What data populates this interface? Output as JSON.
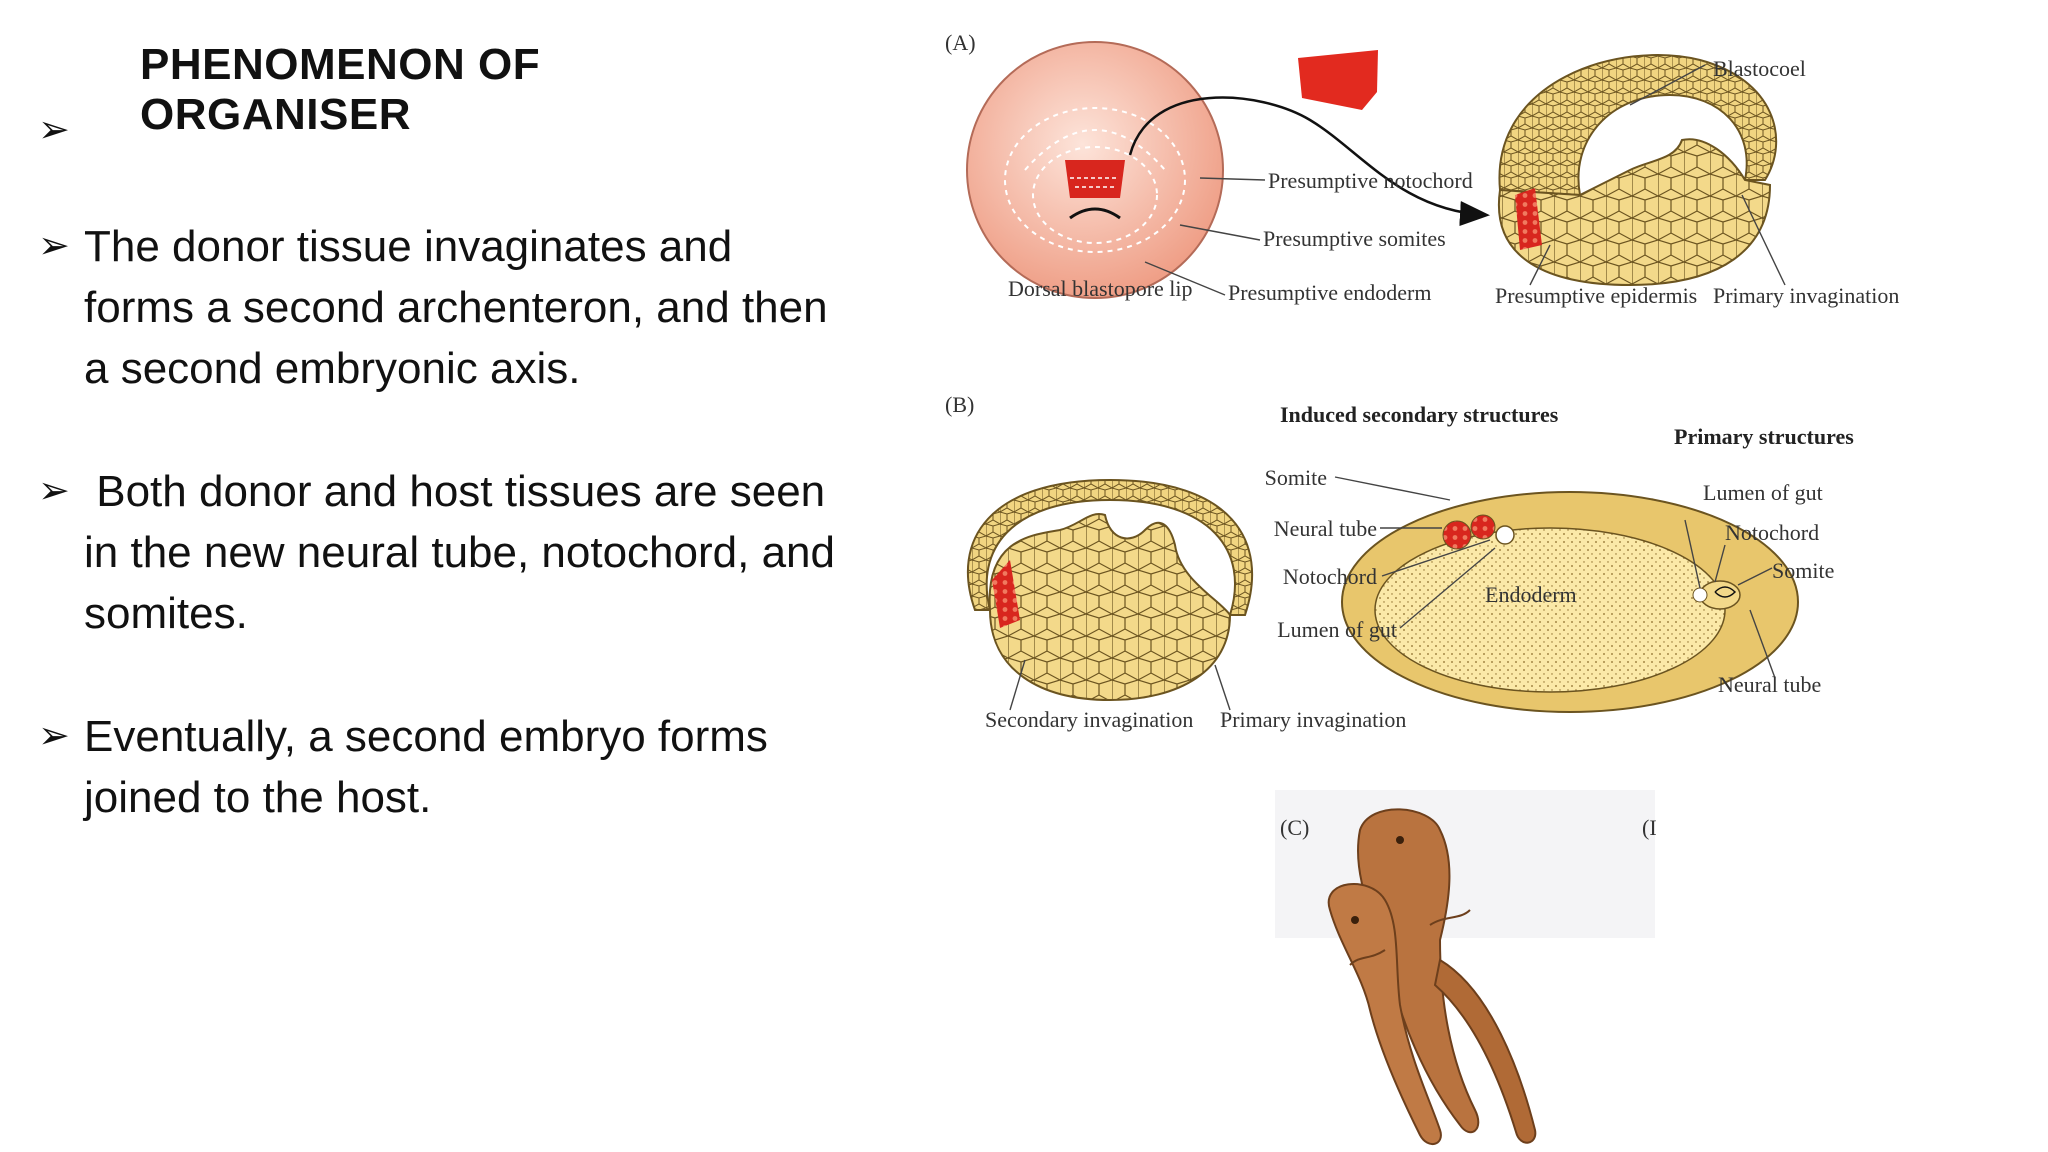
{
  "slide": {
    "title": "PHENOMENON OF ORGANISER",
    "bullet_marker": "➢",
    "bullets": [
      "",
      "The donor tissue invaginates and forms a second archenteron, and then a second embryonic axis.",
      " Both donor and host tissues are seen in the new neural tube, notochord, and somites.",
      "Eventually, a second embryo forms joined to the host."
    ]
  },
  "figure": {
    "panel_a": {
      "tag": "(A)",
      "labels": {
        "blastocoel": "Blastocoel",
        "presumptive_notochord": "Presumptive notochord",
        "presumptive_somites": "Presumptive somites",
        "presumptive_endoderm": "Presumptive endoderm",
        "dorsal_blastopore_lip": "Dorsal blastopore lip",
        "presumptive_epidermis": "Presumptive epidermis",
        "primary_invagination": "Primary invagination"
      }
    },
    "panel_b": {
      "tag": "(B)",
      "induced_heading": "Induced secondary structures",
      "primary_heading": "Primary structures",
      "labels": {
        "somite_left": "Somite",
        "neural_tube_left": "Neural tube",
        "notochord_left": "Notochord",
        "lumen_left": "Lumen of gut",
        "endoderm": "Endoderm",
        "lumen_right": "Lumen of gut",
        "notochord_right": "Notochord",
        "somite_right": "Somite",
        "neural_tube_right": "Neural tube",
        "secondary_invagination": "Secondary invagination",
        "primary_invagination": "Primary invagination"
      }
    },
    "panel_c": {
      "tag": "(C)",
      "tag_cut": "(I"
    },
    "colors": {
      "donor_red": "#d8261e",
      "yolk_cells": "#f3d98a",
      "cell_lines": "#6b5420",
      "embryo_pink": "#f4b7a4",
      "larva_brown": "#b9733f"
    }
  }
}
